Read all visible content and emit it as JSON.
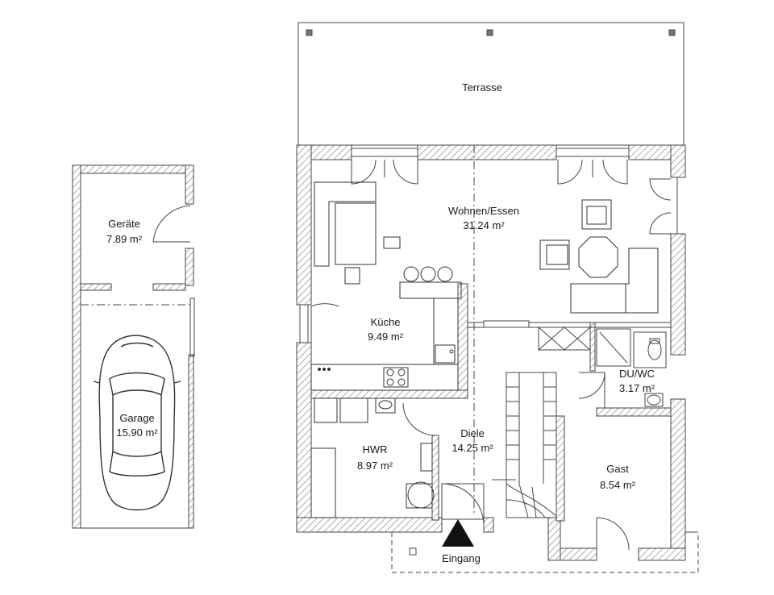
{
  "rooms": {
    "terrasse": {
      "name": "Terrasse"
    },
    "wohnen": {
      "name": "Wohnen/Essen",
      "area": "31.24 m²"
    },
    "kueche": {
      "name": "Küche",
      "area": "9.49 m²"
    },
    "duwc": {
      "name": "DU/WC",
      "area": "3.17 m²"
    },
    "diele": {
      "name": "Diele",
      "area": "14.25 m²"
    },
    "hwr": {
      "name": "HWR",
      "area": "8.97 m²"
    },
    "gast": {
      "name": "Gast",
      "area": "8.54 m²"
    },
    "geraete": {
      "name": "Geräte",
      "area": "7.89 m²"
    },
    "garage": {
      "name": "Garage",
      "area": "15.90 m²"
    }
  },
  "entrance": {
    "label": "Eingang"
  },
  "colors": {
    "wall_hatch": "#8a8a8a",
    "line": "#444444",
    "background": "#ffffff"
  }
}
